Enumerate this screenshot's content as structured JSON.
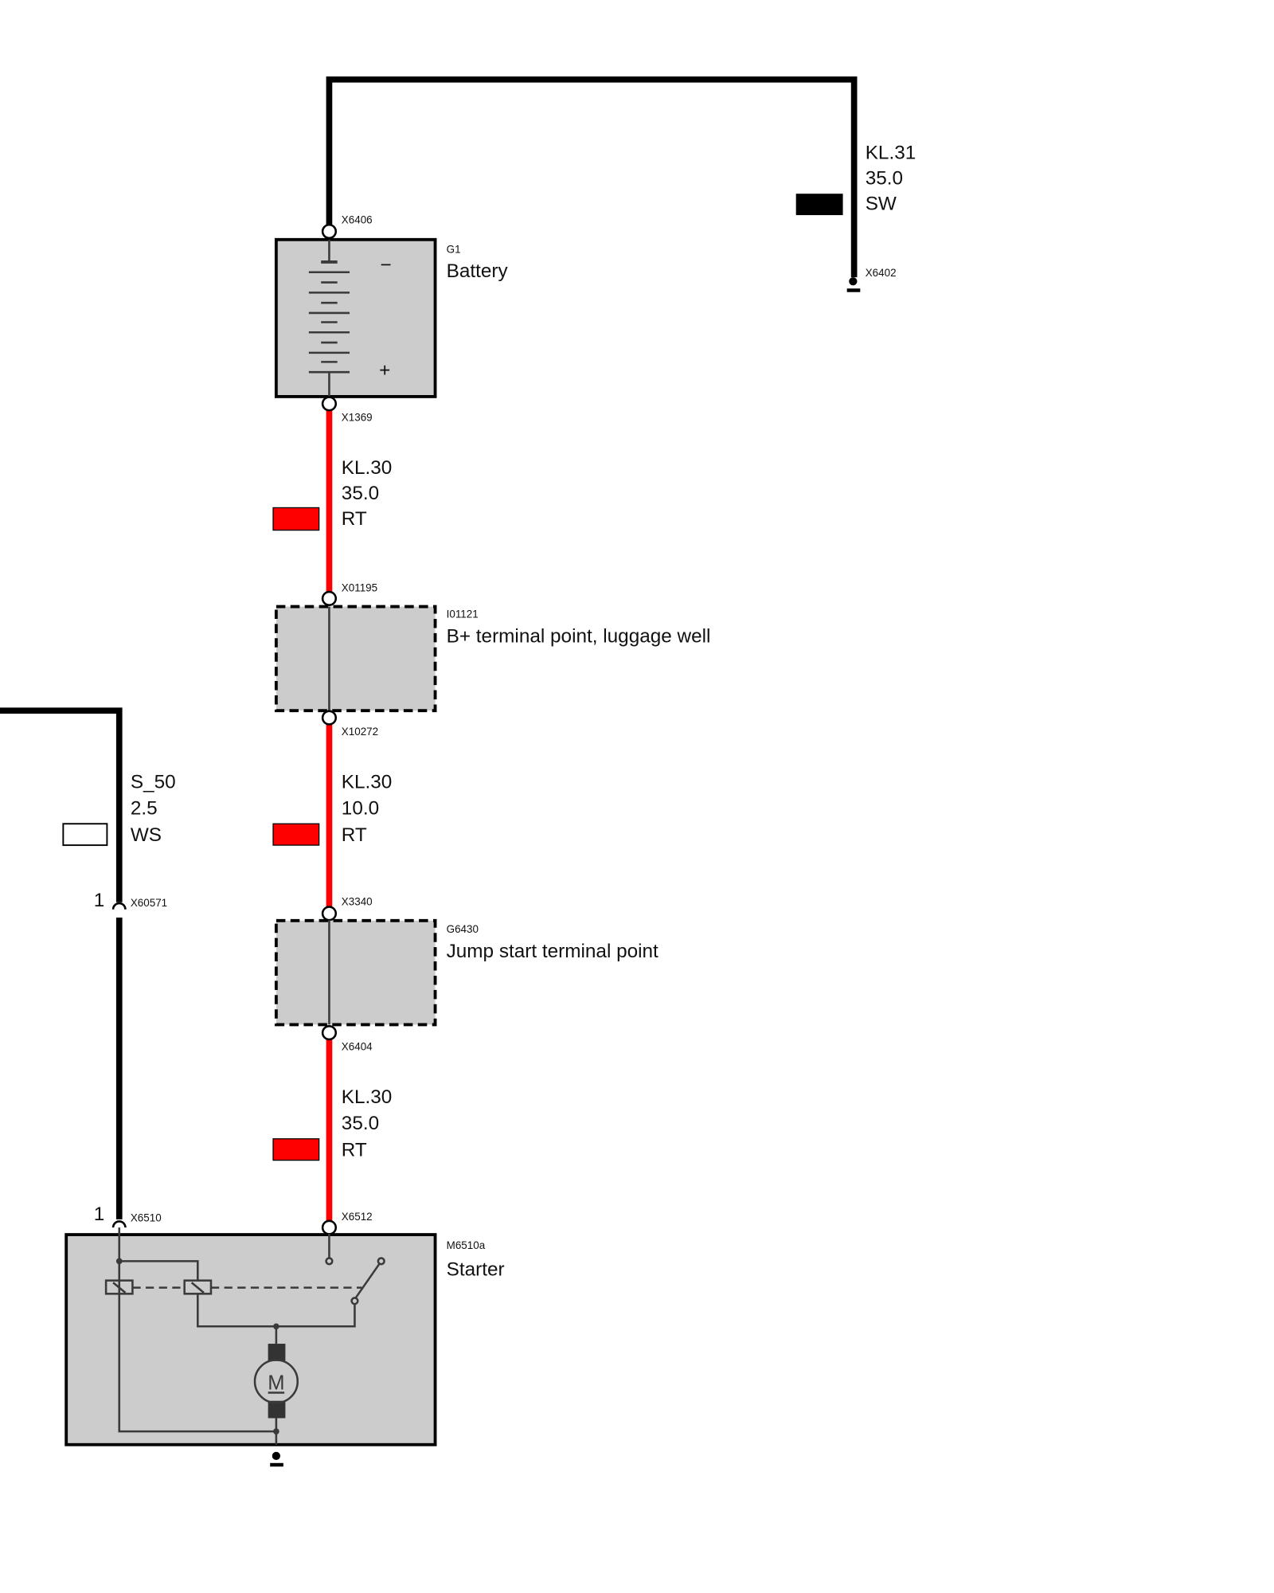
{
  "colors": {
    "red_wire": "#ff0000",
    "black_wire": "#000000",
    "component_fill": "#cccccc",
    "inner_lines": "#3a3a3a"
  },
  "ground_wire": {
    "terminal": "KL.31",
    "cross_section": "35.0",
    "color_code": "SW",
    "connector_top": "X6406",
    "connector_ground": "X6402"
  },
  "battery": {
    "id": "G1",
    "name": "Battery",
    "minus": "−",
    "plus": "+",
    "connector_bottom": "X1369"
  },
  "wire1": {
    "terminal": "KL.30",
    "cross_section": "35.0",
    "color_code": "RT"
  },
  "terminal_point": {
    "connector_top": "X01195",
    "id": "I01121",
    "name": "B+ terminal point, luggage well",
    "connector_bottom": "X10272"
  },
  "wire2": {
    "terminal": "KL.30",
    "cross_section": "10.0",
    "color_code": "RT"
  },
  "jump_start": {
    "connector_top": "X3340",
    "id": "G6430",
    "name": "Jump start terminal point",
    "connector_bottom": "X6404"
  },
  "wire3": {
    "terminal": "KL.30",
    "cross_section": "35.0",
    "color_code": "RT"
  },
  "s50_wire": {
    "terminal": "S_50",
    "cross_section": "2.5",
    "color_code": "WS",
    "pin_upper": "1",
    "connector_upper": "X60571",
    "pin_lower": "1",
    "connector_lower": "X6510"
  },
  "starter": {
    "connector_power": "X6512",
    "id": "M6510a",
    "name": "Starter",
    "motor_symbol": "M"
  }
}
